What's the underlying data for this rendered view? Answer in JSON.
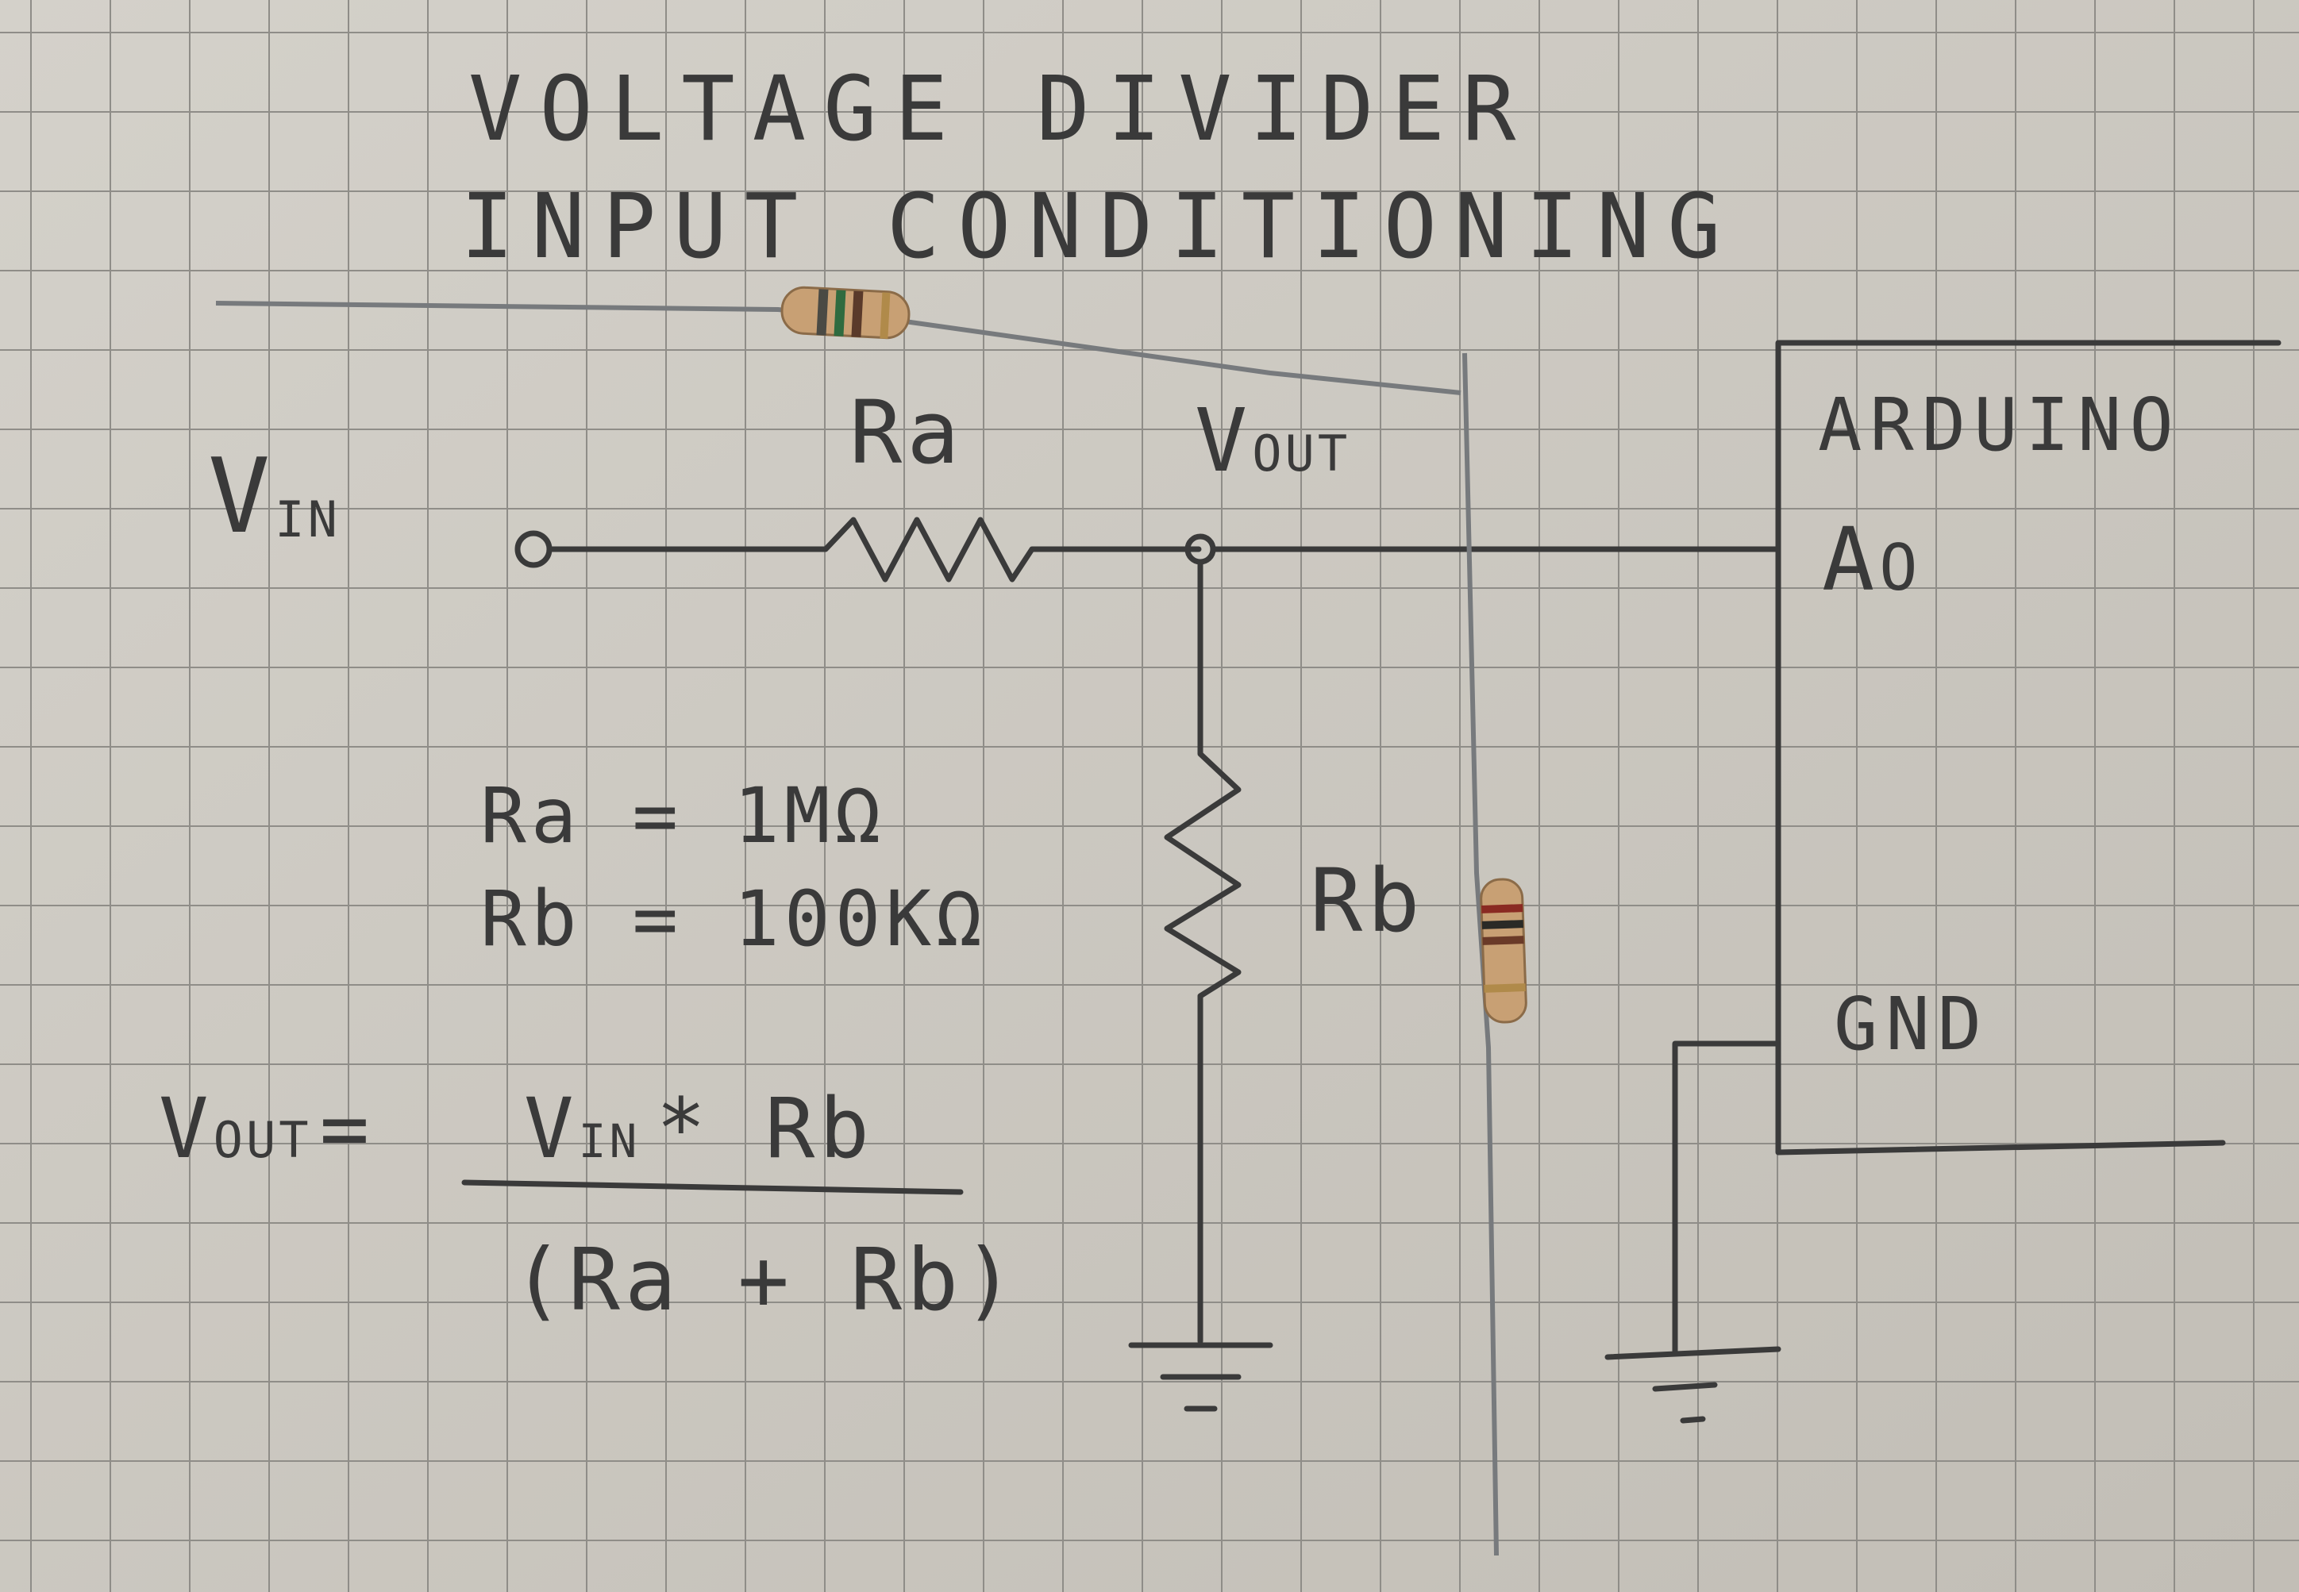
{
  "title_line1": "VOLTAGE DIVIDER",
  "title_line2": "INPUT CONDITIONING",
  "labels": {
    "vin_main": "V",
    "vin_sub": "IN",
    "ra": "Ra",
    "vout_main": "V",
    "vout_sub": "OUT",
    "rb": "Rb",
    "arduino": "ARDUINO",
    "a0": "A",
    "a0_sub": "O",
    "gnd": "GND"
  },
  "values": {
    "ra_value": "Ra = 1MΩ",
    "rb_value": "Rb = 100KΩ"
  },
  "formula": {
    "lhs_main": "V",
    "lhs_sub": "OUT",
    "eq": "=",
    "num_main": "V",
    "num_sub": "IN",
    "num_rest": "* Rb",
    "den": "(Ra + Rb)"
  },
  "colors": {
    "paper": "#c9c6bf",
    "grid": "#8f8d88",
    "ink": "#3a3a3a",
    "resistor_body": "#c8a074"
  }
}
